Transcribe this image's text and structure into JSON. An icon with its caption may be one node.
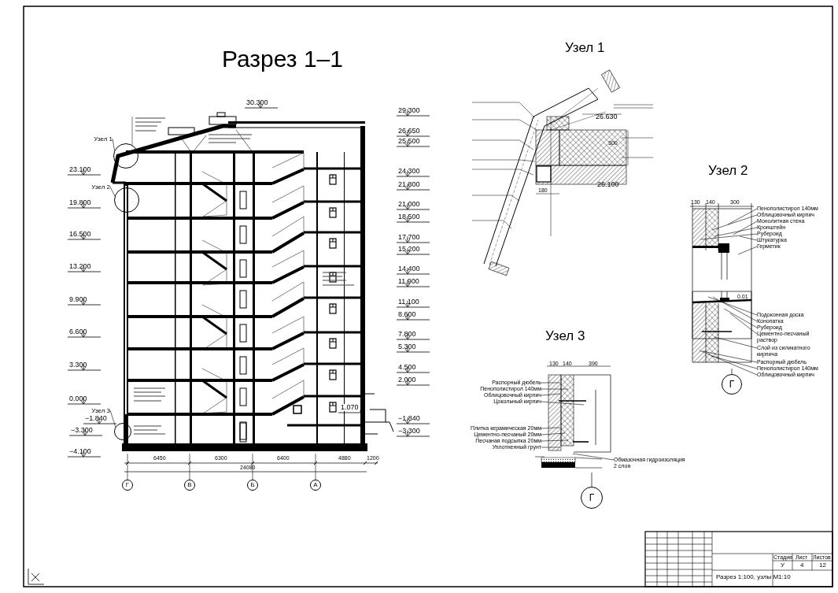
{
  "diagram": {
    "title": "Разрез 1–1",
    "nodes": [
      {
        "text": [
          "Узел 1"
        ]
      },
      {
        "text": [],
        "shape": "circle"
      },
      {
        "text": [
          "Узел 2"
        ]
      },
      {
        "text": [],
        "shape": "circle"
      },
      {
        "text": [
          "Узел 3"
        ]
      },
      {
        "text": [],
        "shape": "circle"
      },
      {
        "text": [
          "Г"
        ]
      },
      {
        "text": [
          "В"
        ]
      },
      {
        "text": [
          "Б"
        ]
      },
      {
        "text": [
          "А"
        ]
      },
      {
        "text": [
          "Г"
        ]
      },
      {
        "text": [
          "Г"
        ]
      },
      {
        "text": [
          "Пенополистирол 140мм"
        ]
      },
      {
        "text": [
          "Облицовочный кирпич"
        ]
      },
      {
        "text": [
          "Монолитная стена"
        ]
      },
      {
        "text": [
          "Кронштейн"
        ]
      },
      {
        "text": [
          "Рубероид"
        ]
      },
      {
        "text": [
          "Штукатурка"
        ]
      },
      {
        "text": [
          "Герметик"
        ]
      },
      {
        "text": [
          "Подоконная доска"
        ]
      },
      {
        "text": [
          "Конопатка"
        ]
      },
      {
        "text": [
          "Рубероид"
        ]
      },
      {
        "text": [
          "Цементно-песчаный раствор"
        ]
      },
      {
        "text": [
          "Слой из силикатного кирпича"
        ]
      },
      {
        "text": [
          "Распорный дюбель"
        ]
      },
      {
        "text": [
          "Пенополистирол 140мм"
        ]
      },
      {
        "text": [
          "Облицовочный кирпич"
        ]
      },
      {
        "text": [
          "Распорный дюбель"
        ]
      },
      {
        "text": [
          "Пенополистирол 140мм"
        ]
      },
      {
        "text": [
          "Облицовочный кирпич"
        ]
      },
      {
        "text": [
          "Цокольный кирпич"
        ]
      },
      {
        "text": [
          "Плитка керамическая 20мм"
        ]
      },
      {
        "text": [
          "Цементно-песчаный 20мм"
        ]
      },
      {
        "text": [
          "Песчаная подсыпка 20мм"
        ]
      },
      {
        "text": [
          "Уплотненный грунт"
        ]
      },
      {
        "text": [
          "Обмазочная гидроизоляция 2 слоя"
        ]
      }
    ],
    "edges": [
      {
        "from": 0,
        "to": 1,
        "arrow": "none"
      },
      {
        "from": 2,
        "to": 3,
        "arrow": "none"
      },
      {
        "from": 4,
        "to": 5,
        "arrow": "none"
      },
      {
        "from": 12,
        "to": null,
        "arrow": "none"
      },
      {
        "from": 13,
        "to": null,
        "arrow": "none"
      },
      {
        "from": 14,
        "to": null,
        "arrow": "none"
      },
      {
        "from": 15,
        "to": null,
        "arrow": "none"
      },
      {
        "from": 16,
        "to": null,
        "arrow": "none"
      },
      {
        "from": 17,
        "to": null,
        "arrow": "none"
      },
      {
        "from": 18,
        "to": null,
        "arrow": "none"
      },
      {
        "from": 19,
        "to": null,
        "arrow": "none"
      },
      {
        "from": 20,
        "to": null,
        "arrow": "none"
      },
      {
        "from": 21,
        "to": null,
        "arrow": "none"
      },
      {
        "from": 22,
        "to": null,
        "arrow": "none"
      },
      {
        "from": 23,
        "to": null,
        "arrow": "none"
      },
      {
        "from": 24,
        "to": null,
        "arrow": "none"
      },
      {
        "from": 25,
        "to": null,
        "arrow": "none"
      },
      {
        "from": 26,
        "to": null,
        "arrow": "none"
      },
      {
        "from": 27,
        "to": null,
        "arrow": "none"
      },
      {
        "from": 28,
        "to": null,
        "arrow": "none"
      },
      {
        "from": 29,
        "to": null,
        "arrow": "none"
      },
      {
        "from": 30,
        "to": null,
        "arrow": "none"
      },
      {
        "from": 31,
        "to": null,
        "arrow": "none"
      },
      {
        "from": 32,
        "to": null,
        "arrow": "none"
      },
      {
        "from": 33,
        "to": null,
        "arrow": "none"
      },
      {
        "from": 34,
        "to": null,
        "arrow": "none"
      },
      {
        "from": 35,
        "to": null,
        "arrow": "none"
      }
    ],
    "labels": [
      "30.300",
      "23.100",
      "19.800",
      "16.500",
      "13.200",
      "9.900",
      "6.600",
      "3.300",
      "0.000",
      "−1.840",
      "−3.300",
      "−4.100",
      "29.300",
      "26.650",
      "25.500",
      "24.300",
      "21.800",
      "21.000",
      "18.500",
      "17.700",
      "15.200",
      "14.400",
      "11.900",
      "11.100",
      "8.600",
      "7.800",
      "5.300",
      "4.500",
      "2.000",
      "−1.840",
      "−3.300",
      "1.070",
      "6450",
      "6300",
      "6400",
      "4880",
      "1200",
      "24080",
      "Узел 1",
      "26.630",
      "26.100",
      "180",
      "300",
      "Узел 2",
      "130",
      "140",
      "300",
      "0.01",
      "Узел 3",
      "130",
      "140",
      "390",
      "Стадия",
      "Лист",
      "Листов",
      "У",
      "4",
      "12",
      "Разрез 1:100, узлы М1:10"
    ]
  }
}
